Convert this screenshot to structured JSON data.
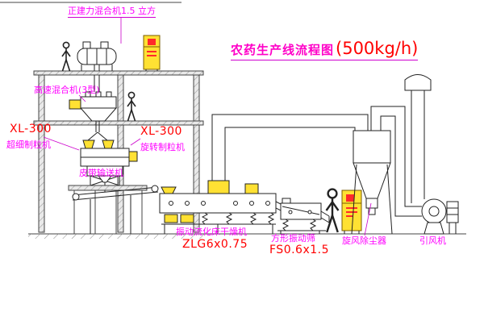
{
  "title": {
    "text": "农药生产线流程图",
    "capacity": "(500kg/h)"
  },
  "labels": {
    "top_mixer": "正建力混合机1.5 立方",
    "high_speed_mixer": "高速混合机(3型)",
    "granulator_left": {
      "model": "XL-300",
      "name": "超细制粒机"
    },
    "granulator_center": {
      "model": "XL-300",
      "name": "旋转制粒机"
    },
    "belt_conveyor": "皮带输送机",
    "dryer": {
      "name": "振动流化床干燥机",
      "model": "ZLG6x0.75"
    },
    "screen": {
      "name": "方形振动筛",
      "model": "FS0.6x1.5"
    },
    "cyclone": "旋风除尘器",
    "fan": "引风机"
  },
  "colors": {
    "label_magenta": "#ff00ff",
    "label_red": "#ff0000",
    "equipment_yellow": "#ffe133",
    "line": "#333333"
  }
}
